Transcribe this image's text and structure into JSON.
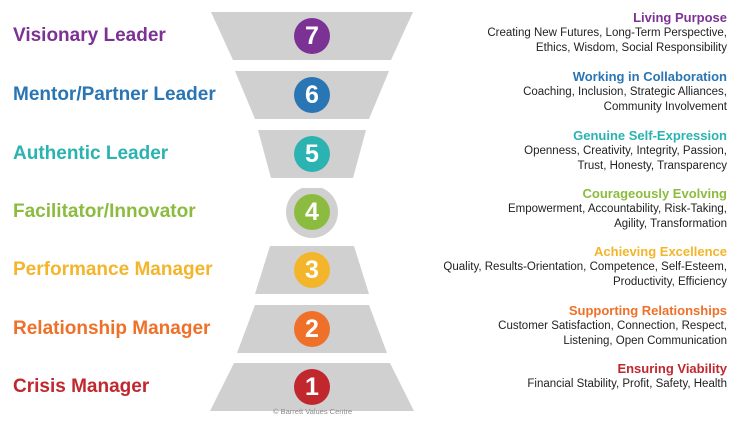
{
  "levels": [
    {
      "number": "7",
      "leader": "Visionary Leader",
      "theme": "Living Purpose",
      "values_line1": "Creating New Futures, Long-Term Perspective,",
      "values_line2": "Ethics, Wisdom, Social Responsibility",
      "color": "#7b3294"
    },
    {
      "number": "6",
      "leader": "Mentor/Partner Leader",
      "theme": "Working in Collaboration",
      "values_line1": "Coaching, Inclusion, Strategic Alliances,",
      "values_line2": "Community Involvement",
      "color": "#2a75b3"
    },
    {
      "number": "5",
      "leader": "Authentic Leader",
      "theme": "Genuine Self-Expression",
      "values_line1": "Openness, Creativity, Integrity, Passion,",
      "values_line2": "Trust, Honesty, Transparency",
      "color": "#2ab3b0"
    },
    {
      "number": "4",
      "leader": "Facilitator/Innovator",
      "theme": "Courageously Evolving",
      "values_line1": "Empowerment, Accountability, Risk-Taking,",
      "values_line2": "Agility, Transformation",
      "color": "#8cbc3f"
    },
    {
      "number": "3",
      "leader": "Performance Manager",
      "theme": "Achieving Excellence",
      "values_line1": "Quality, Results-Orientation, Competence, Self-Esteem,",
      "values_line2": "Productivity, Efficiency",
      "color": "#f3b52a"
    },
    {
      "number": "2",
      "leader": "Relationship Manager",
      "theme": "Supporting Relationships",
      "values_line1": "Customer Satisfaction, Connection, Respect,",
      "values_line2": "Listening, Open Communication",
      "color": "#ef7028"
    },
    {
      "number": "1",
      "leader": "Crisis Manager",
      "theme": "Ensuring Viability",
      "values_line1": "Financial Stability, Profit, Safety, Health",
      "values_line2": "",
      "color": "#c0282e"
    }
  ],
  "shape_color": "#d0d0d0",
  "copyright": "© Barrett Values Centre"
}
